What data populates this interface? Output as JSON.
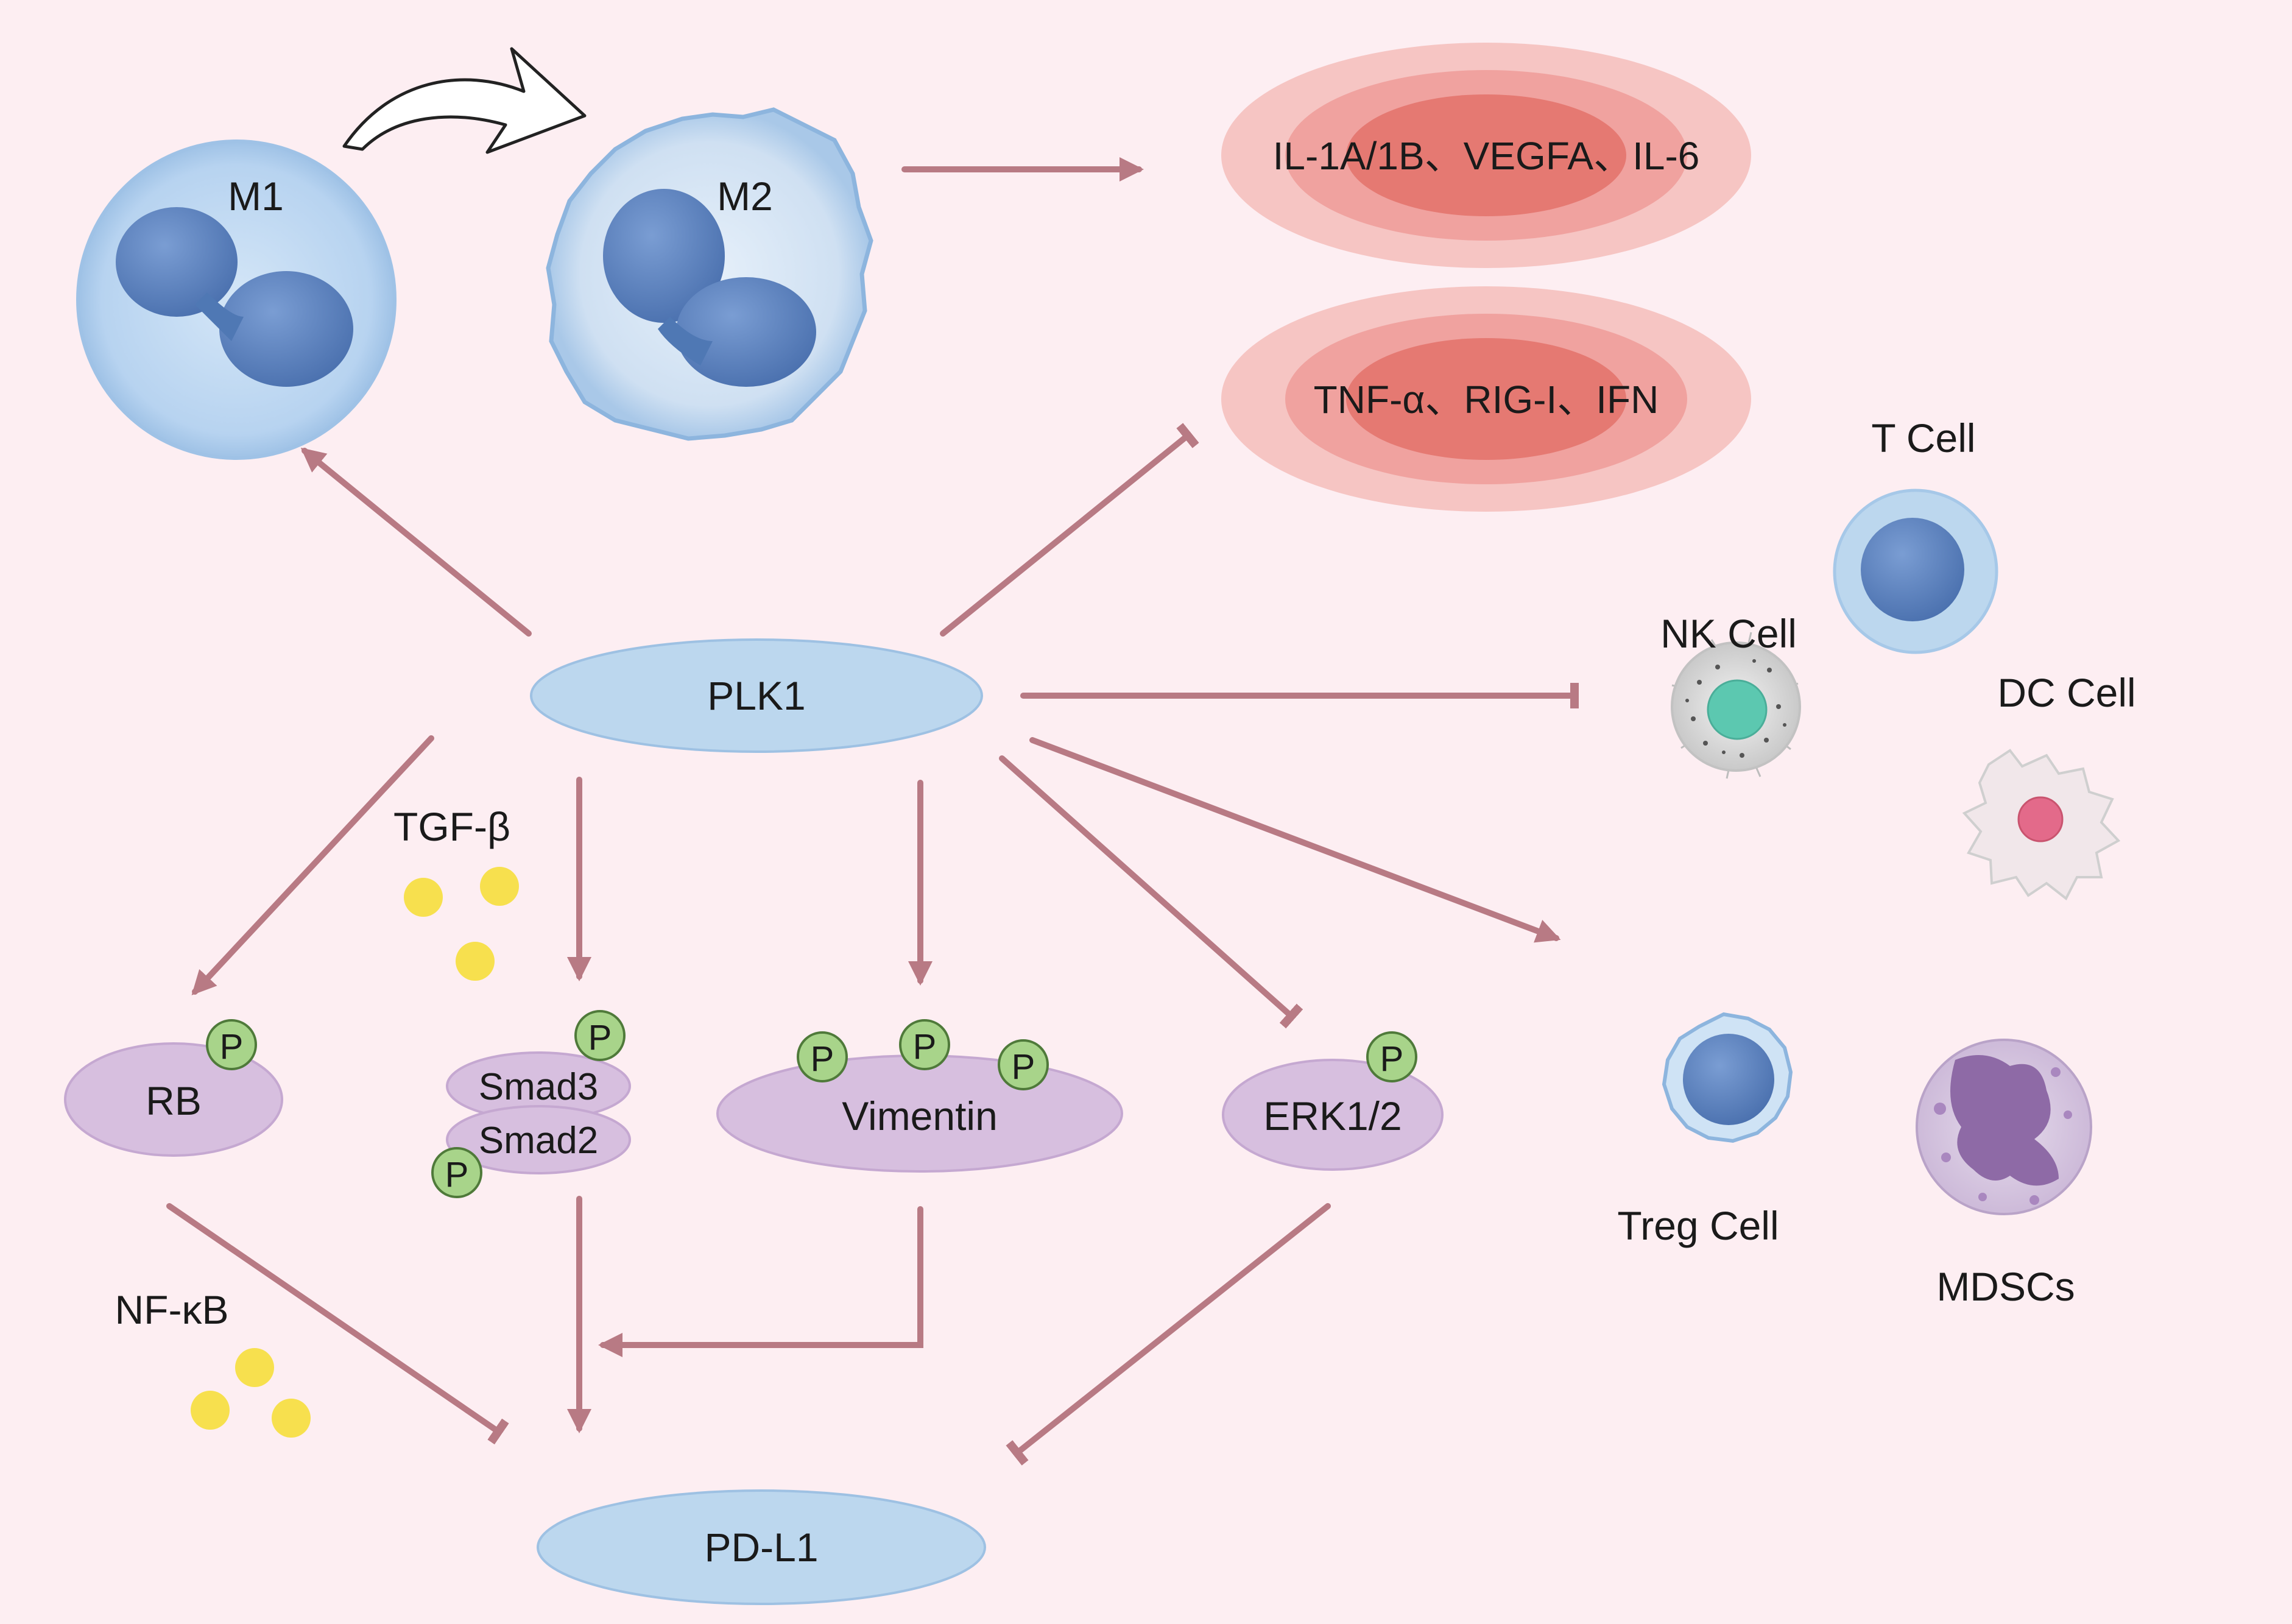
{
  "macrophages": {
    "m1_label": "M1",
    "m2_label": "M2"
  },
  "cytokines": {
    "promoted_label": "IL-1A/1B、VEGFA、IL-6",
    "inhibited_label": "TNF-α、RIG-I、IFN"
  },
  "hub": {
    "label": "PLK1"
  },
  "immune_cells": {
    "t_cell": "T Cell",
    "nk_cell": "NK Cell",
    "dc_cell": "DC Cell",
    "treg_cell": "Treg Cell",
    "mdscs": "MDSCs"
  },
  "factors": {
    "tgf_beta": "TGF-β",
    "nf_kb": "NF-κB"
  },
  "substrates": {
    "rb": "RB",
    "smad3": "Smad3",
    "smad2": "Smad2",
    "vimentin": "Vimentin",
    "erk": "ERK1/2",
    "phospho": "P"
  },
  "target": {
    "label": "PD-L1"
  },
  "colors": {
    "background": "#fdeef2",
    "arrow": "#b87a84",
    "blue_oval": "#bcd7ee",
    "purple_oval": "#d7bfdf",
    "cytokine_inner": "#e06a63",
    "phospho_green": "#a8d48a",
    "particle_yellow": "#f7e04e",
    "nucleus_blue": "#4f78b4"
  }
}
